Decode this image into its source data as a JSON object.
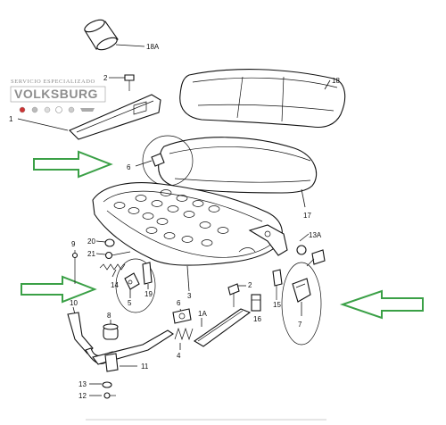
{
  "logo": {
    "top_text": "SERVICIO ESPECIALIZADO",
    "main_text": "VOLKSBURG"
  },
  "part_labels": {
    "p18A": "18A",
    "p18": "18",
    "p2_top": "2",
    "p1": "1",
    "p6": "6",
    "p17": "17",
    "p20": "20",
    "p21": "21",
    "p9": "9",
    "p13A": "13A",
    "p14": "14",
    "p5": "5",
    "p19": "19",
    "p3": "3",
    "p2_mid": "2",
    "p16": "16",
    "p15": "15",
    "p7": "7",
    "p10": "10",
    "p8": "8",
    "p6_lower": "6",
    "p1A": "1A",
    "p4": "4",
    "p11": "11",
    "p13": "13",
    "p12": "12"
  },
  "colors": {
    "arrow": "#3aa046",
    "lines": "#111111",
    "logo": "#8e8e8e"
  },
  "icons": [
    "green-arrow-right-icon",
    "green-arrow-left-icon",
    "brand-emblem-icon"
  ]
}
